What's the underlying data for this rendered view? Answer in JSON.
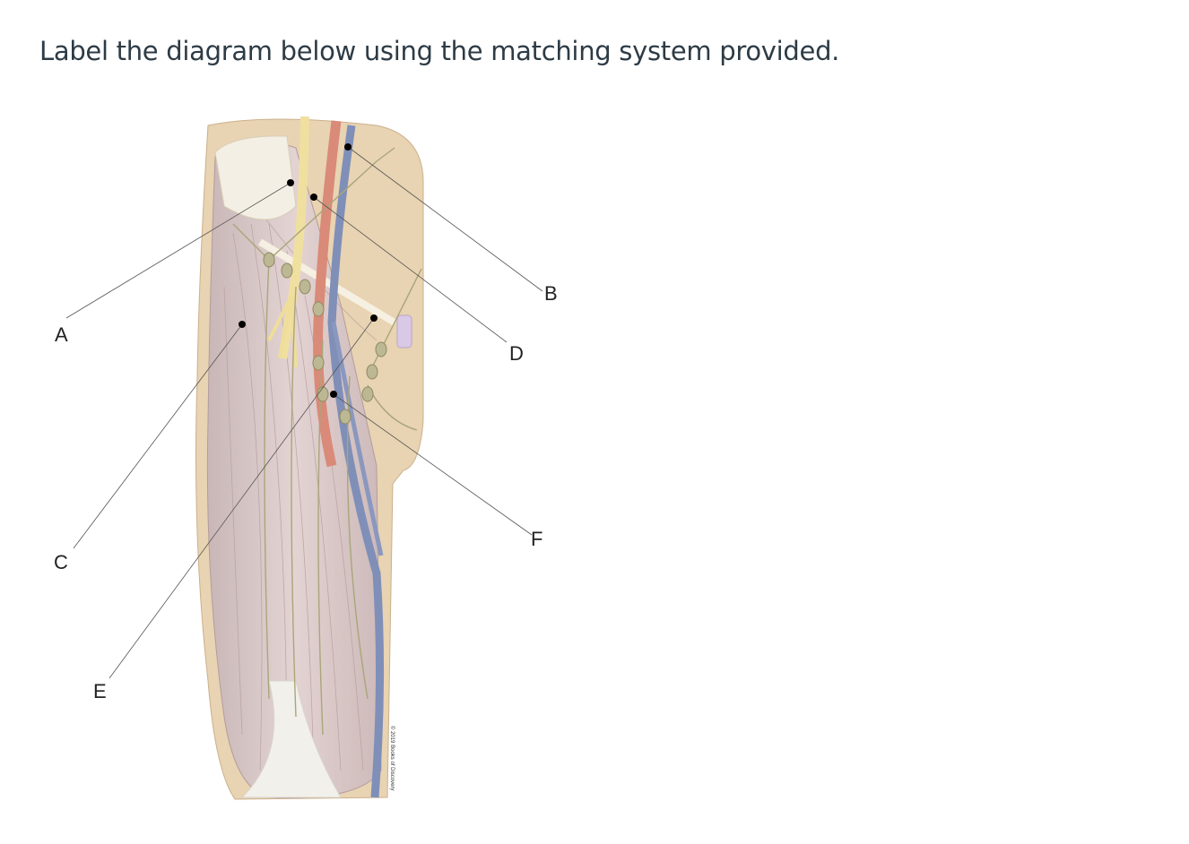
{
  "instruction": "Label the diagram below using the matching system provided.",
  "diagram": {
    "labels": [
      "A",
      "B",
      "C",
      "D",
      "E",
      "F"
    ],
    "credit": "© 2019 Books of Discovery"
  },
  "colors": {
    "text": "#2d3b45",
    "skin": "#e8d3b2",
    "muscle": "#d6c3c3",
    "artery": "#d98a78",
    "vein": "#7f8fb8",
    "nerve": "#f0e0a0",
    "lymph": "#a9a67a"
  }
}
